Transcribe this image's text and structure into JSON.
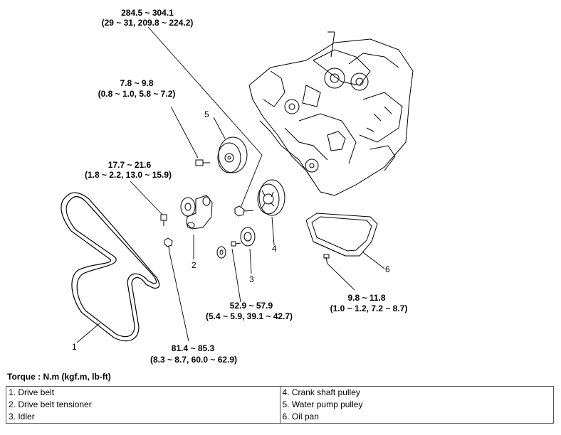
{
  "torque_values": {
    "crank_bolt": {
      "nm": "284.5 ~ 304.1",
      "alt": "(29 ~ 31, 209.8 ~ 224.2)"
    },
    "water_pump_bolt": {
      "nm": "7.8 ~ 9.8",
      "alt": "(0.8 ~ 1.0, 5.8 ~ 7.2)"
    },
    "tensioner_bolt": {
      "nm": "17.7 ~ 21.6",
      "alt": "(1.8 ~ 2.2, 13.0 ~ 15.9)"
    },
    "idler_bolt": {
      "nm": "52.9 ~ 57.9",
      "alt": "(5.4 ~ 5.9, 39.1 ~ 42.7)"
    },
    "oil_pan_bolt": {
      "nm": "9.8 ~ 11.8",
      "alt": "(1.0 ~ 1.2, 7.2 ~ 8.7)"
    },
    "tensioner_main_bolt": {
      "nm": "81.4 ~ 85.3",
      "alt": "(8.3 ~ 8.7, 60.0 ~ 62.9)"
    }
  },
  "callouts": {
    "c1": "1",
    "c2": "2",
    "c3": "3",
    "c4": "4",
    "c5": "5",
    "c6": "6"
  },
  "torque_title": "Torque : N.m (kgf.m, lb-ft)",
  "legend": [
    [
      "1. Drive belt",
      "4. Crank shaft pulley"
    ],
    [
      "2. Drive belt tensioner",
      "5. Water pump pulley"
    ],
    [
      "3. Idler",
      "6. Oil pan"
    ]
  ]
}
